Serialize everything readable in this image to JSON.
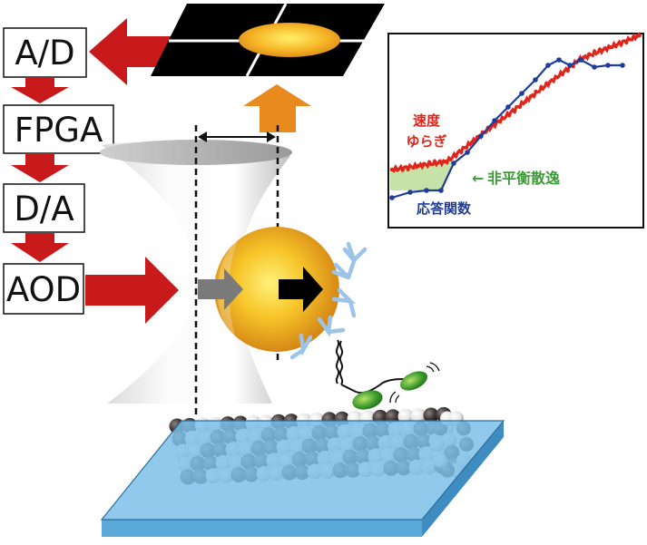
{
  "control_chain": {
    "boxes": [
      "A/D",
      "FPGA",
      "D/A",
      "AOD"
    ]
  },
  "inset": {
    "velocity_fluctuation": [
      "速度",
      "ゆらぎ"
    ],
    "response_function": "応答関数",
    "non_equilibrium_arrow": "←",
    "non_equilibrium_label": "非平衡散逸"
  },
  "colors": {
    "arrow_red": "#c81a1a",
    "arrow_orange": "#e88a1e",
    "detector_black": "#000000",
    "bead_yellow": "#f7c52a",
    "antibody_blue": "#9cc3e8",
    "motor_green": "#3c9a2c",
    "substrate_blue": "#7cc0e8",
    "series_red": "#e0251b",
    "series_blue": "#1f3d98",
    "dissipation_fill": "#c6e2a8"
  },
  "icons": [
    "feedback-arrow",
    "laser-trap-beam",
    "quadrant-photodiode",
    "optically-trapped-bead",
    "antibody",
    "kinesin-motor",
    "microtubule",
    "glass-substrate"
  ]
}
